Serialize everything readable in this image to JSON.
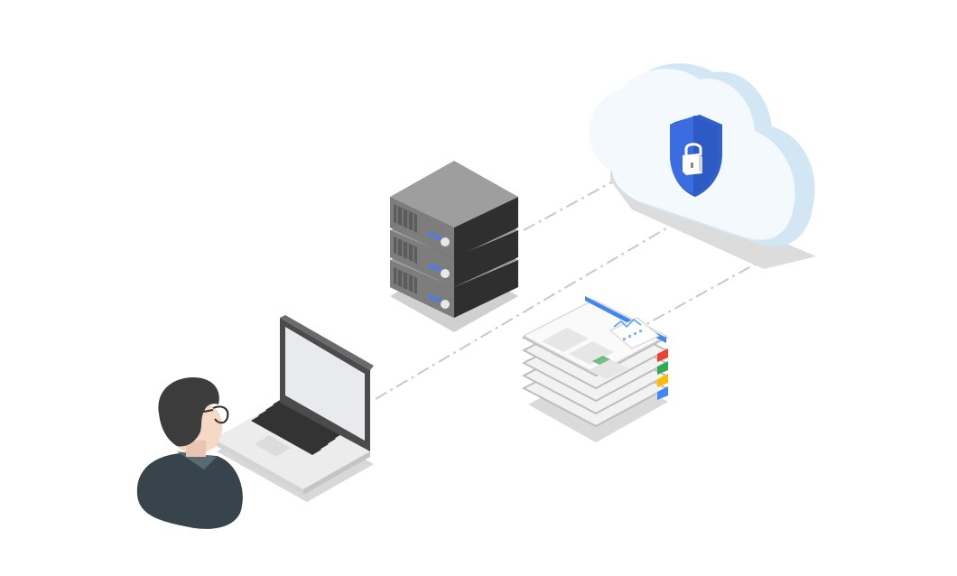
{
  "diagram": {
    "nodes": [
      {
        "id": "user",
        "icon": "person-icon"
      },
      {
        "id": "laptop",
        "icon": "laptop-icon"
      },
      {
        "id": "server",
        "icon": "server-rack-icon"
      },
      {
        "id": "documents",
        "icon": "document-stack-icon"
      },
      {
        "id": "cloud",
        "icon": "cloud-icon"
      },
      {
        "id": "security",
        "icon": "shield-lock-icon"
      }
    ],
    "connections": [
      {
        "from": "laptop",
        "to": "cloud",
        "style": "dash-dot"
      },
      {
        "from": "server",
        "to": "cloud",
        "style": "dash-dot"
      },
      {
        "from": "documents",
        "to": "cloud",
        "style": "dash-dot"
      }
    ],
    "colors": {
      "shield": "#3b6de0",
      "cloud": "#f4f9fd",
      "cloud_shadow": "#d3e6f3",
      "server_body": "#3a3a3a",
      "server_top": "#9e9e9e",
      "server_led": "#4a7cf0",
      "person_hair": "#3c3c3c",
      "person_jacket": "#37444b",
      "tab_blue": "#4285f4",
      "tab_red": "#ea4335",
      "tab_green": "#34a853",
      "tab_yellow": "#fbbc05",
      "connector": "#c8c8c8"
    }
  }
}
